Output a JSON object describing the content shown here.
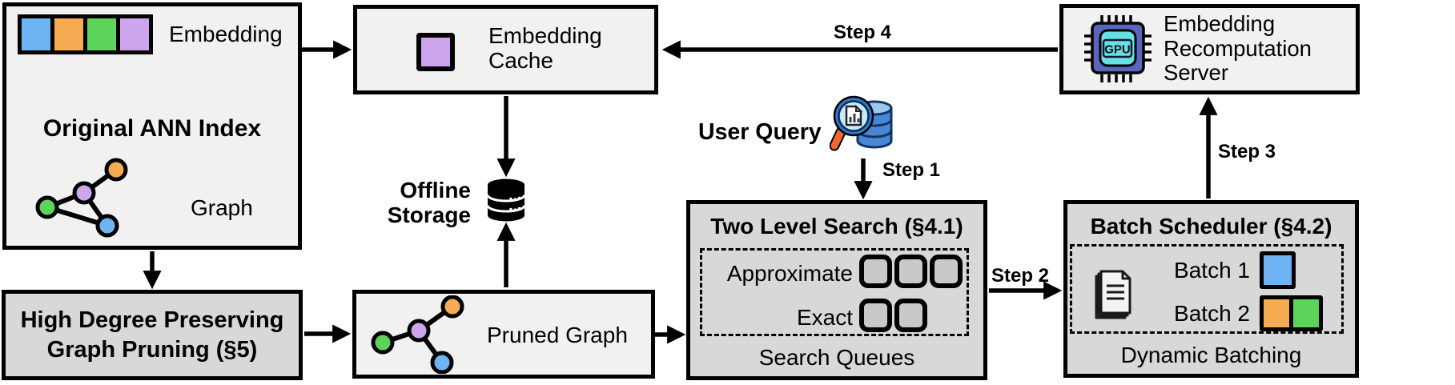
{
  "colors": {
    "blue": "#6fb4f2",
    "orange": "#f7ab52",
    "green": "#5cd45c",
    "purple": "#cda5ee",
    "box_light": "#f1f1f1",
    "box_dark": "#d8d8d8",
    "queue_fill": "#c9c9c9",
    "gpu_chip": "#5866bd",
    "gpu_core": "#66e0e0",
    "query_db": "#4a86d8",
    "query_lens": "#c7ebfa",
    "query_handle": "#f2692e"
  },
  "ann_index": {
    "title": "Original ANN Index",
    "embedding_label": "Embedding",
    "graph_label": "Graph",
    "embedding_cells": [
      "blue",
      "orange",
      "green",
      "purple"
    ]
  },
  "embedding_cache": {
    "label": "Embedding\nCache"
  },
  "recomputation_server": {
    "label": "Embedding\nRecomputation\nServer",
    "gpu_text": "GPU"
  },
  "offline_storage": {
    "label": "Offline\nStorage"
  },
  "user_query": {
    "label": "User Query"
  },
  "steps": {
    "step1": "Step 1",
    "step2": "Step 2",
    "step3": "Step 3",
    "step4": "Step 4"
  },
  "two_level_search": {
    "title": "Two Level Search (§4.1)",
    "rows": [
      {
        "label": "Approximate",
        "slots": 3
      },
      {
        "label": "Exact",
        "slots": 2
      }
    ],
    "footer": "Search Queues"
  },
  "batch_scheduler": {
    "title": "Batch Scheduler (§4.2)",
    "rows": [
      {
        "label": "Batch 1",
        "colors": [
          "blue"
        ]
      },
      {
        "label": "Batch 2",
        "colors": [
          "orange",
          "green"
        ]
      }
    ],
    "footer": "Dynamic Batching"
  },
  "graph_pruning": {
    "title": "High Degree Preserving\nGraph Pruning (§5)"
  },
  "pruned_graph": {
    "label": "Pruned Graph"
  }
}
